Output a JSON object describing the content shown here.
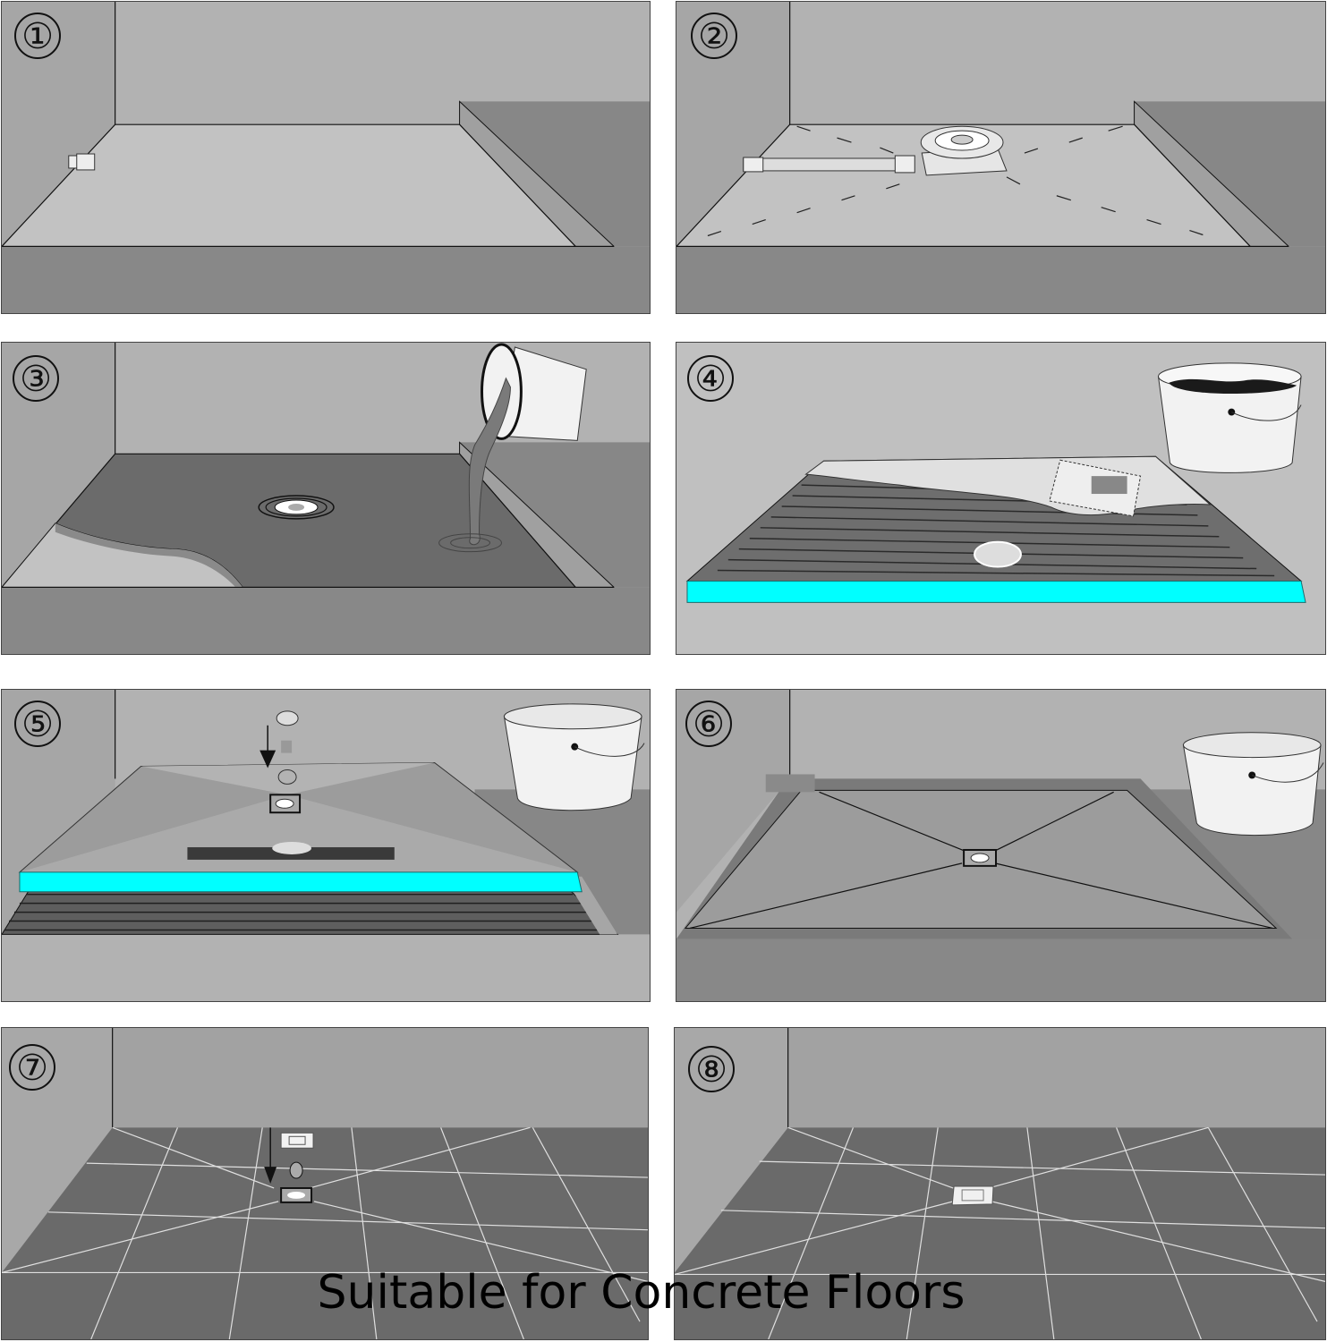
{
  "figure": {
    "caption": "Suitable for Concrete Floors",
    "colors": {
      "wall_back": "#b2b2b2",
      "wall_side": "#a6a6a6",
      "floor_light": "#c2c2c2",
      "floor_front": "#888888",
      "raised_step": "#878787",
      "screed_dark": "#6b6b6b",
      "tile": "#6a6a6a",
      "grout": "#e0e0e0",
      "insulation_board": "#00ffff",
      "bucket": "#f2f2f2",
      "outline": "#111111"
    }
  },
  "panels": [
    {
      "number": "①",
      "description": "Bare shower area with drain pipe stub at wall"
    },
    {
      "number": "②",
      "description": "Drain body connected to pipe, slope marks drawn on floor"
    },
    {
      "number": "③",
      "description": "Self-levelling screed poured from bucket around drain"
    },
    {
      "number": "④",
      "description": "Adhesive spread with notched trowel, insulation board edge shown"
    },
    {
      "number": "⑤",
      "description": "Pre-sloped shower board placed; drain components lowered into outlet"
    },
    {
      "number": "⑥",
      "description": "Waterproofing tape applied along perimeter and seams"
    },
    {
      "number": "⑦",
      "description": "Tiles laid; grate and trap inserted into drain"
    },
    {
      "number": "⑧",
      "description": "Finished tiled floor with drain grate installed"
    }
  ]
}
